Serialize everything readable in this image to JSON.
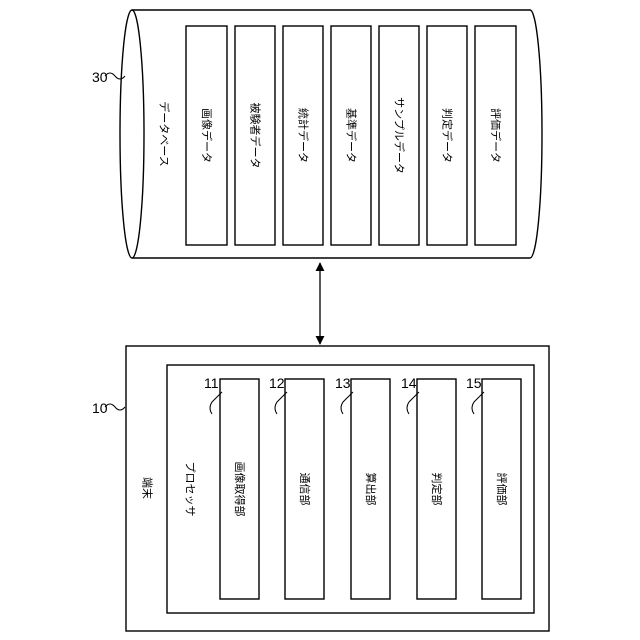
{
  "database": {
    "ref": "30",
    "label": "データベース",
    "items": [
      "画像データ",
      "被験者データ",
      "統計データ",
      "基準データ",
      "サンプルデータ",
      "判定データ",
      "評価データ"
    ]
  },
  "terminal": {
    "ref": "10",
    "label": "端末",
    "processor": {
      "label": "プロセッサ",
      "units": [
        {
          "ref": "11",
          "label": "画像取得部"
        },
        {
          "ref": "12",
          "label": "通信部"
        },
        {
          "ref": "13",
          "label": "算出部"
        },
        {
          "ref": "14",
          "label": "判定部"
        },
        {
          "ref": "15",
          "label": "評価部"
        }
      ]
    }
  }
}
